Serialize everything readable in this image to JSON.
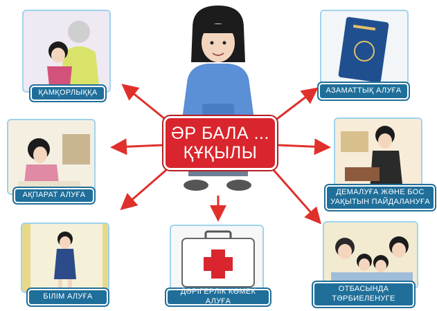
{
  "center": {
    "line1": "ӘР БАЛА ...",
    "line2": "ҚҰҚЫЛЫ"
  },
  "rights": {
    "care": "ҚАМҚОРЛЫҚҚА",
    "citizenship": "АЗАМАТТЫҚ АЛУҒА",
    "information": "АҚПАРАТ АЛУҒА",
    "leisure": "ДЕМАЛУҒА ЖӘНЕ БОС УАҚЫТЫН ПАЙДАЛАНУҒА",
    "education": "БІЛІМ АЛУҒА",
    "medical": "ДӘРІГЕРЛІК КӨМЕК АЛУҒА",
    "family": "ОТБАСЫНДА ТӘРБИЕЛЕНУГЕ"
  },
  "colors": {
    "arrow": "#e0302c",
    "label_bg": "#1f6f9a",
    "center_bg": "#d9252d",
    "card_border": "#9fd3ea"
  }
}
